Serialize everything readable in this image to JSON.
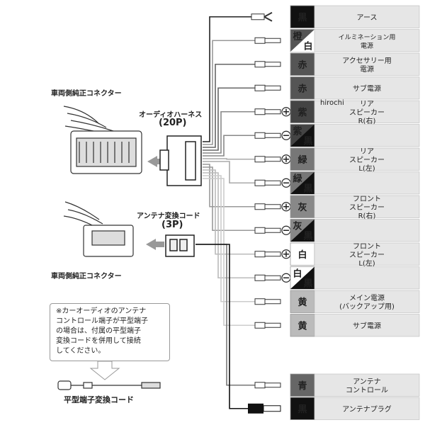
{
  "watermark": "hirochi",
  "left": {
    "vehicle_connector_top": "車両側純正コネクター",
    "harness_name": "オーディオハーネス",
    "harness_pins": "(20P)",
    "antenna_adapter": "アンテナ変換コード",
    "antenna_pins": "(3P)",
    "vehicle_connector_bottom": "車両側純正コネクター",
    "note": "※カーオーディオのアンテナ\nコントロール端子が平型端子\nの場合は、付属の平型端子\n変換コードを併用して接続\nしてください。",
    "flat_cord": "平型端子変換コード"
  },
  "wires": [
    {
      "color_label": "黒",
      "color_bg": "#111111",
      "label_fg": "#ffffff",
      "desc": "アース",
      "shape": "fork"
    },
    {
      "color_label": "橙",
      "color_label2": "白",
      "color_bg": "#555555",
      "color_bg2": "#ffffff",
      "label_fg": "#ffffff",
      "desc": "イルミネーション用\n電源",
      "shape": "pin"
    },
    {
      "color_label": "赤",
      "color_bg": "#555555",
      "label_fg": "#ffffff",
      "desc": "アクセサリー用\n電源",
      "shape": "pin"
    },
    {
      "color_label": "赤",
      "color_bg": "#555555",
      "label_fg": "#ffffff",
      "desc": "サブ電源",
      "shape": "pin"
    },
    {
      "color_label": "紫",
      "color_bg": "#444444",
      "label_fg": "#ffffff",
      "desc": "リア\nスピーカー\nR(右)",
      "shape": "plus"
    },
    {
      "color_label": "紫",
      "color_label2": "黒",
      "color_bg": "#444444",
      "color_bg2": "#111111",
      "label_fg": "#ffffff",
      "desc": "",
      "shape": "minus"
    },
    {
      "color_label": "緑",
      "color_bg": "#777777",
      "label_fg": "#ffffff",
      "desc": "リア\nスピーカー\nL(左)",
      "shape": "plus"
    },
    {
      "color_label": "緑",
      "color_label2": "黒",
      "color_bg": "#777777",
      "color_bg2": "#111111",
      "label_fg": "#ffffff",
      "desc": "",
      "shape": "minus"
    },
    {
      "color_label": "灰",
      "color_bg": "#888888",
      "label_fg": "#ffffff",
      "desc": "フロント\nスピーカー\nR(右)",
      "shape": "plus"
    },
    {
      "color_label": "灰",
      "color_label2": "黒",
      "color_bg": "#888888",
      "color_bg2": "#111111",
      "label_fg": "#ffffff",
      "desc": "",
      "shape": "minus"
    },
    {
      "color_label": "白",
      "color_bg": "#ffffff",
      "label_fg": "#111111",
      "desc": "フロント\nスピーカー\nL(左)",
      "shape": "plus"
    },
    {
      "color_label": "白",
      "color_label2": "黒",
      "color_bg": "#ffffff",
      "color_bg2": "#111111",
      "label_fg": "#111111",
      "desc": "",
      "shape": "minus"
    },
    {
      "color_label": "黄",
      "color_bg": "#bbbbbb",
      "label_fg": "#111111",
      "desc": "メイン電源\n(バックアップ用)",
      "shape": "pin"
    },
    {
      "color_label": "黄",
      "color_bg": "#bbbbbb",
      "label_fg": "#111111",
      "desc": "サブ電源",
      "shape": "pin"
    },
    {
      "color_label": "青",
      "color_bg": "#666666",
      "label_fg": "#ffffff",
      "desc": "アンテナ\nコントロール",
      "shape": "pin"
    },
    {
      "color_label": "黒",
      "color_bg": "#111111",
      "label_fg": "#ffffff",
      "desc": "アンテナプラグ",
      "shape": "plug"
    }
  ]
}
